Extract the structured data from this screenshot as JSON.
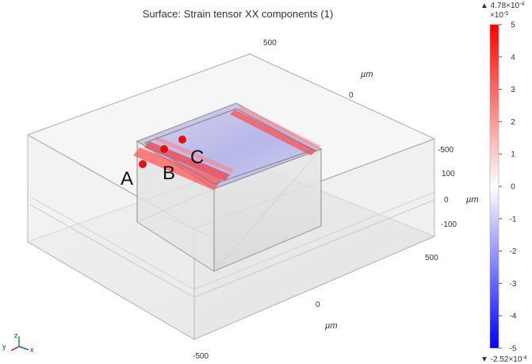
{
  "plot_title": "Surface: Strain tensor XX components (1)",
  "colorbar": {
    "max_label": "▲ 4.78×10",
    "max_exp": "-4",
    "scale_label": "×10",
    "scale_exp": "-5",
    "min_label": "▼ -2.52×10",
    "min_exp": "-4",
    "ticks": [
      "5",
      "4",
      "3",
      "2",
      "1",
      "0",
      "-1",
      "-2",
      "-3",
      "-4",
      "-5"
    ],
    "range": [
      -5,
      5
    ],
    "colors": {
      "high": "#ff0000",
      "mid": "#ffffff",
      "low": "#0000ff"
    }
  },
  "axes": {
    "y_ticks": [
      "500",
      "0",
      "-500"
    ],
    "z_ticks": [
      "100",
      "0",
      "-100"
    ],
    "x_ticks": [
      "500",
      "0",
      "-500"
    ],
    "unit": "µm"
  },
  "points": [
    {
      "label": "A",
      "color": "#e01010"
    },
    {
      "label": "B",
      "color": "#e01010"
    },
    {
      "label": "C",
      "color": "#e01010"
    }
  ],
  "triad": {
    "x": "x",
    "y": "y",
    "z": "z"
  }
}
